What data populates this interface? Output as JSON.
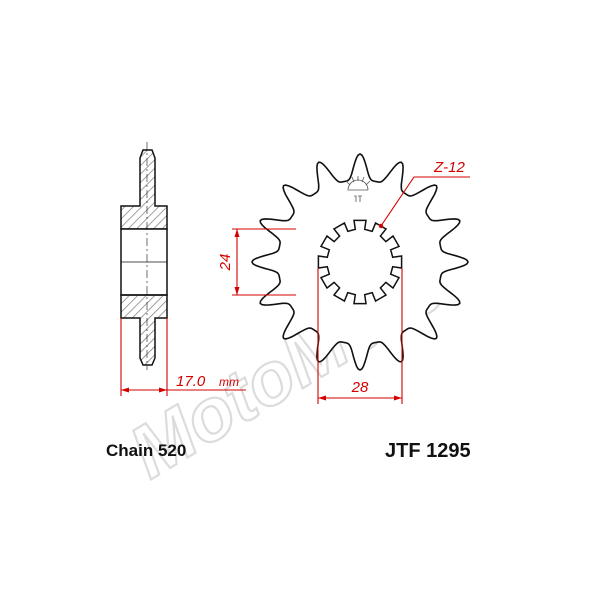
{
  "watermark": "MotoMoto",
  "dimensions": {
    "tooth_count": "Z-12",
    "inner_height": "24",
    "width_value": "17.0",
    "width_unit": "mm",
    "bore_width": "28"
  },
  "footer": {
    "chain": "Chain 520",
    "part_number": "JTF 1295"
  },
  "colors": {
    "outline": "#111111",
    "dimension": "#d40000",
    "hatch": "#777777",
    "watermark": "#dcdcdc"
  }
}
